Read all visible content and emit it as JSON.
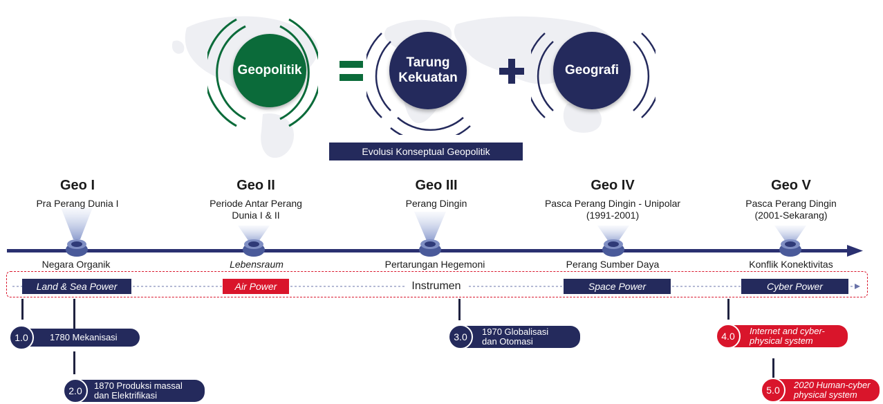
{
  "equation": {
    "geopolitik": "Geopolitik",
    "equals": "=",
    "tarung_line1": "Tarung",
    "tarung_line2": "Kekuatan",
    "plus": "+",
    "geografi": "Geografi"
  },
  "subtitle": "Evolusi Konseptual Geopolitik",
  "eras": [
    {
      "title": "Geo I",
      "desc_line1": "Pra Perang Dunia I",
      "desc_line2": "",
      "bottom": "Negara Organik"
    },
    {
      "title": "Geo II",
      "desc_line1": "Periode Antar Perang",
      "desc_line2": "Dunia I & II",
      "bottom": "Lebensraum"
    },
    {
      "title": "Geo III",
      "desc_line1": "Perang Dingin",
      "desc_line2": "",
      "bottom": "Pertarungan Hegemoni"
    },
    {
      "title": "Geo IV",
      "desc_line1": "Pasca Perang Dingin - Unipolar",
      "desc_line2": "(1991-2001)",
      "bottom": "Perang Sumber Daya"
    },
    {
      "title": "Geo V",
      "desc_line1": "Pasca Perang Dingin",
      "desc_line2": "(2001-Sekarang)",
      "bottom": "Konflik Konektivitas"
    }
  ],
  "instruments": {
    "label": "Instrumen",
    "items": [
      "Land & Sea Power",
      "Air Power",
      "Space Power",
      "Cyber Power"
    ]
  },
  "industry": [
    {
      "badge": "1.0",
      "line1": "1780 Mekanisasi",
      "line2": ""
    },
    {
      "badge": "2.0",
      "line1": "1870 Produksi massal",
      "line2": "dan Elektrifikasi"
    },
    {
      "badge": "3.0",
      "line1": "1970 Globalisasi",
      "line2": "dan Otomasi"
    },
    {
      "badge": "4.0",
      "line1": "Internet and cyber-",
      "line2": "physical system"
    },
    {
      "badge": "5.0",
      "line1": "2020 Human-cyber",
      "line2": "physical system"
    }
  ],
  "colors": {
    "navy": "#242a5c",
    "green": "#0b6b3a",
    "red": "#d9152b",
    "timeline": "#2a3070"
  }
}
